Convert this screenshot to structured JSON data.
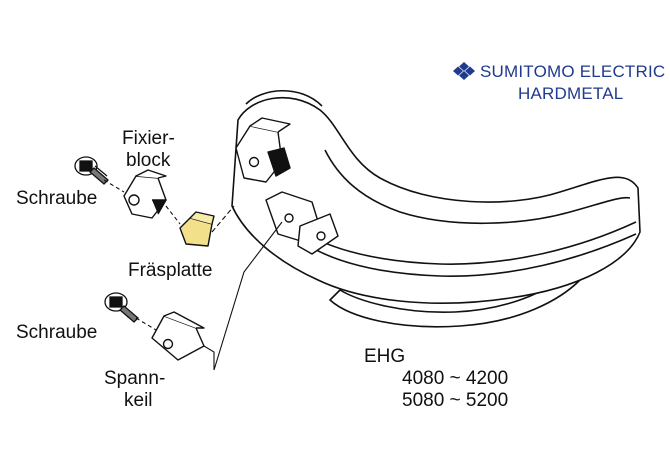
{
  "brand": {
    "line1": "SUMITOMO ELECTRIC",
    "line2": "HARDMETAL",
    "color": "#1f3a8f",
    "logo_icon": "sumitomo-diamond-logo-icon"
  },
  "labels": {
    "fixierblock_line1": "Fixier-",
    "fixierblock_line2": "block",
    "schraube_top": "Schraube",
    "fraesplatte": "Fräsplatte",
    "schraube_bottom": "Schraube",
    "spannkeil_line1": "Spann-",
    "spannkeil_line2": "keil"
  },
  "model": {
    "name": "EHG",
    "range1": "4080 ~ 4200",
    "range2": "5080 ~ 5200"
  },
  "colors": {
    "insert_fill": "#f2e08a",
    "line": "#111111"
  }
}
